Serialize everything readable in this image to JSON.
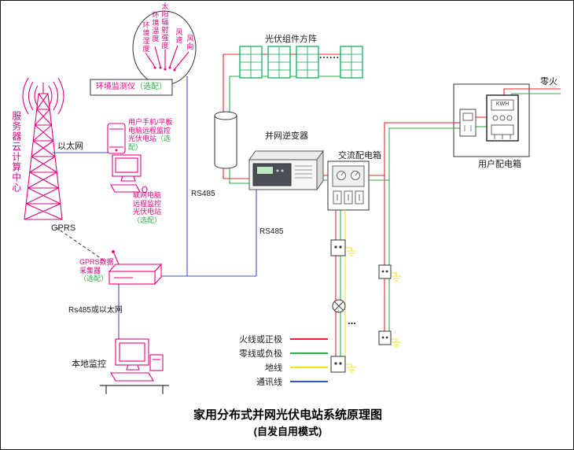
{
  "diagram": {
    "title_line1": "家用分布式并网光伏电站系统原理图",
    "title_line2": "(自发自用模式)"
  },
  "labels": {
    "server_center": "服务器云计算中心",
    "ethernet": "以太网",
    "gprs": "GPRS",
    "phone_note": "用户手机/平板电脑远程监控光伏电站",
    "pc_note": "联网电脑远程监控光伏电站",
    "gprs_collector": "GPRS数据采集器",
    "optional": "（选配）",
    "env_monitor": "环境监测仪",
    "sensor_radiation": "太阳辐射强度",
    "sensor_temperature": "环境温度",
    "sensor_humidity": "环境湿度",
    "sensor_wind_speed": "风速",
    "sensor_wind_direction": "风向",
    "pv_array": "光伏组件方阵",
    "inverter": "并网逆变器",
    "ac_distribution_box": "交流配电箱",
    "user_distribution_box": "用户配电箱",
    "neutral_live": "零火",
    "rs485_upper": "RS485",
    "rs485_lower": "RS485",
    "rs485_or_ethernet": "Rs485或以太网",
    "local_monitor": "本地监控",
    "kwh_meter": "KWH",
    "panel_ellipsis": "......",
    "load_ellipsis": "..."
  },
  "legend": {
    "items": [
      {
        "label": "火线或正极",
        "color": "#e8262c"
      },
      {
        "label": "零线或负极",
        "color": "#2fae49"
      },
      {
        "label": "地线",
        "color": "#f3e424"
      },
      {
        "label": "通讯线",
        "color": "#3a53c4"
      }
    ]
  },
  "colors": {
    "live_wire": "#e8262c",
    "neutral_wire": "#2fae49",
    "ground_wire": "#f3e424",
    "comm_wire": "#3a53c4",
    "device_magenta": "#e6007e",
    "panel_green": "#00a651"
  }
}
